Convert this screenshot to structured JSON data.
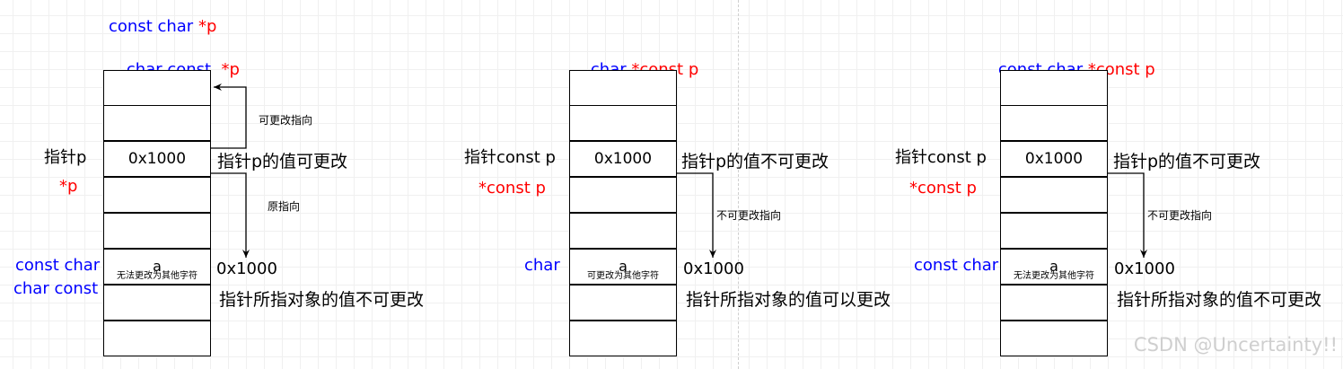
{
  "panels": [
    {
      "title_line1_blue": "const char ",
      "title_line1_red": "*p",
      "title_line2_blue": "char const  ",
      "title_line2_red": "*p",
      "pointer_label": "指针p",
      "pointer_sub": "*p",
      "pointer_value": "0x1000",
      "pointer_desc": "指针p的值可更改",
      "top_arrow_note": "可更改指向",
      "arrow_note": "原指向",
      "target_label_1": "const char",
      "target_label_2": "char const",
      "target_value": "a",
      "target_note": "无法更改为其他字符",
      "address": "0x1000",
      "target_desc": "指针所指对象的值不可更改"
    },
    {
      "title_line2_blue": "char ",
      "title_line2_red": "*const p",
      "pointer_label": "指针const p",
      "pointer_sub": "*const p",
      "pointer_value": "0x1000",
      "pointer_desc": "指针p的值不可更改",
      "arrow_note": "不可更改指向",
      "target_label_1": "char",
      "target_value": "a",
      "target_note": "可更改为其他字符",
      "address": "0x1000",
      "target_desc": "指针所指对象的值可以更改"
    },
    {
      "title_line2_blue": "const char ",
      "title_line2_red": "*const p",
      "pointer_label": "指针const p",
      "pointer_sub": "*const p",
      "pointer_value": "0x1000",
      "pointer_desc": "指针p的值不可更改",
      "arrow_note": "不可更改指向",
      "target_label_1": "const char",
      "target_value": "a",
      "target_note": "无法更改为其他字符",
      "address": "0x1000",
      "target_desc": "指针所指对象的值不可更改"
    }
  ],
  "watermark": "CSDN @Uncertainty!!",
  "colors": {
    "type_blue": "#0000ff",
    "pointer_red": "#ff0000",
    "grid": "#f0f0f0"
  }
}
